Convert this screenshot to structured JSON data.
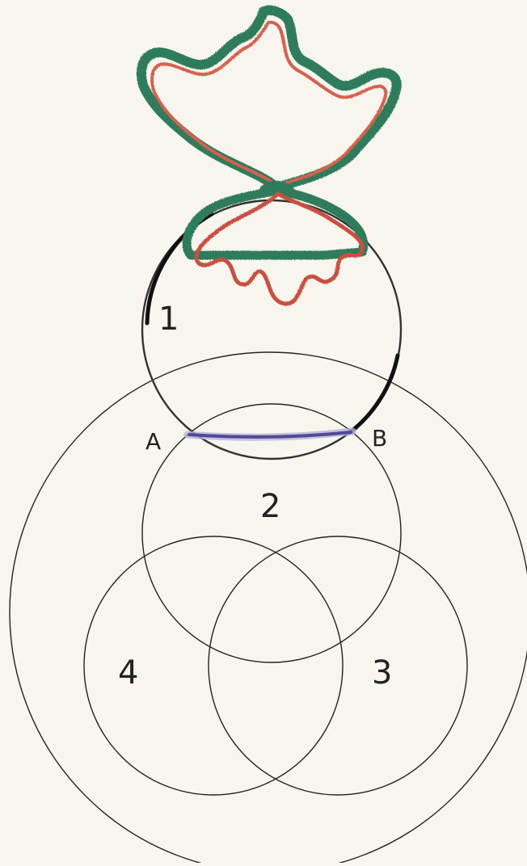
{
  "labels": {
    "region_1": "1",
    "region_2": "2",
    "region_3": "3",
    "region_4": "4",
    "point_a": "A",
    "point_b": "B"
  },
  "colors": {
    "paper": "#f7f5ee",
    "ink": "#222222",
    "chord": "#5a55a0",
    "flower_green": "#2e7a5a",
    "flower_red": "#d2604e"
  },
  "icons": {
    "flower": "flower-icon"
  }
}
